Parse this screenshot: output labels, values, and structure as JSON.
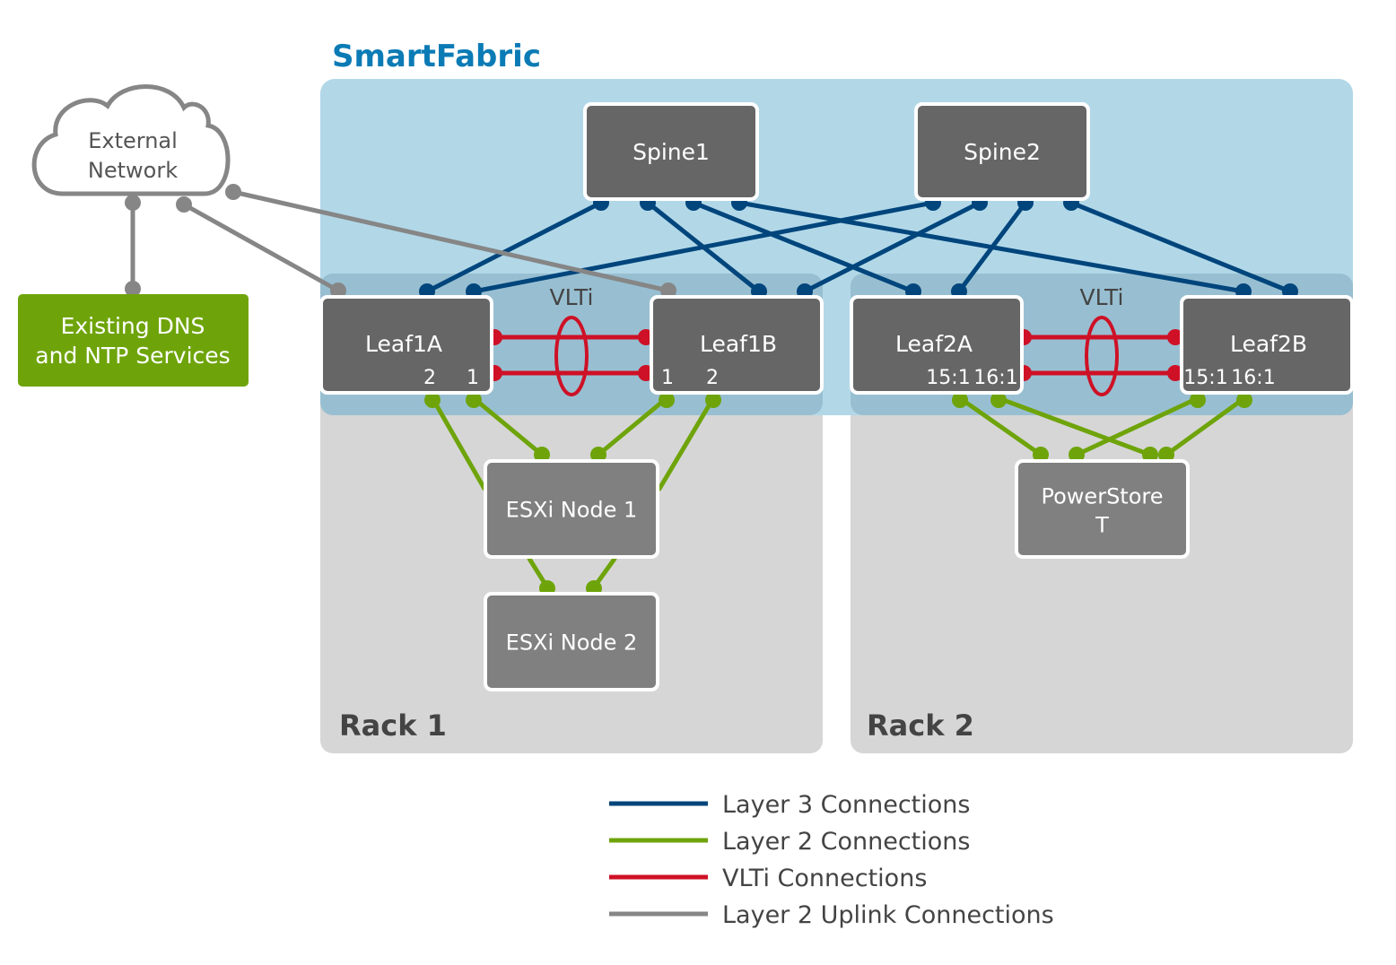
{
  "title": "SmartFabric",
  "colors": {
    "title": "#0b7bb5",
    "fabric_bg": "#b2d8e8",
    "leaf_band": "#98bfd1",
    "rack_bg": "#d6d6d6",
    "switch": "#666666",
    "node": "#808080",
    "dns_box": "#6ea40a",
    "layer3": "#00457c",
    "layer2": "#6ea40a",
    "vlti": "#ce1126",
    "uplink": "#868686",
    "rack_label": "#444444",
    "legend_text": "#444444"
  },
  "external": {
    "cloud_line1": "External",
    "cloud_line2": "Network",
    "dns_line1": "Existing DNS",
    "dns_line2": "and NTP Services"
  },
  "spines": [
    {
      "id": "spine1",
      "label": "Spine1"
    },
    {
      "id": "spine2",
      "label": "Spine2"
    }
  ],
  "leaves": [
    {
      "id": "leaf1a",
      "label": "Leaf1A",
      "ports": [
        "2",
        "1"
      ]
    },
    {
      "id": "leaf1b",
      "label": "Leaf1B",
      "ports": [
        "1",
        "2"
      ]
    },
    {
      "id": "leaf2a",
      "label": "Leaf2A",
      "ports": [
        "15:1",
        "16:1"
      ]
    },
    {
      "id": "leaf2b",
      "label": "Leaf2B",
      "ports": [
        "15:1",
        "16:1"
      ]
    }
  ],
  "vlti_label": "VLTi",
  "nodes": {
    "esxi1": "ESXi Node 1",
    "esxi2": "ESXi Node 2",
    "powerstore_line1": "PowerStore",
    "powerstore_line2": "T"
  },
  "racks": {
    "rack1": "Rack 1",
    "rack2": "Rack 2"
  },
  "connections": {
    "layer3": [
      [
        "spine1",
        "leaf1a"
      ],
      [
        "spine1",
        "leaf1b"
      ],
      [
        "spine1",
        "leaf2a"
      ],
      [
        "spine1",
        "leaf2b"
      ],
      [
        "spine2",
        "leaf1a"
      ],
      [
        "spine2",
        "leaf1b"
      ],
      [
        "spine2",
        "leaf2a"
      ],
      [
        "spine2",
        "leaf2b"
      ]
    ],
    "vlti": [
      [
        "leaf1a",
        "leaf1b"
      ],
      [
        "leaf2a",
        "leaf2b"
      ]
    ],
    "layer2": [
      [
        "leaf1a",
        "esxi1"
      ],
      [
        "leaf1b",
        "esxi1"
      ],
      [
        "esxi1",
        "esxi2"
      ],
      [
        "leaf2a",
        "powerstore"
      ],
      [
        "leaf2b",
        "powerstore"
      ]
    ],
    "uplink": [
      [
        "external",
        "leaf1a"
      ],
      [
        "external",
        "leaf1b"
      ],
      [
        "external",
        "dns"
      ]
    ]
  },
  "legend": [
    {
      "label": "Layer 3 Connections",
      "color": "#00457c"
    },
    {
      "label": "Layer 2 Connections",
      "color": "#6ea40a"
    },
    {
      "label": "VLTi Connections",
      "color": "#ce1126"
    },
    {
      "label": "Layer 2 Uplink Connections",
      "color": "#868686"
    }
  ]
}
